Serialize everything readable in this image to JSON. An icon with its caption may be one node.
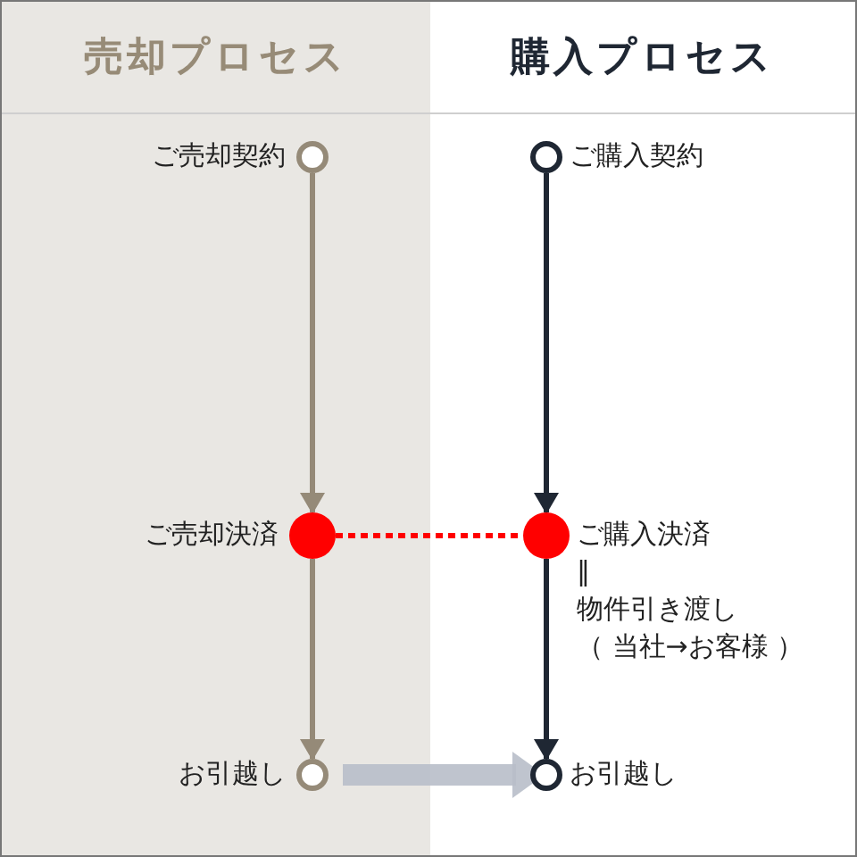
{
  "diagram": {
    "nodes": [
      {
        "text": [
          "売却プロセス"
        ]
      },
      {
        "text": [
          "購入プロセス"
        ]
      },
      {
        "text": [],
        "shape": "circle",
        "in": 0,
        "beside": [
          "ご売却契約"
        ]
      },
      {
        "text": [],
        "shape": "dot",
        "in": 0,
        "beside": [
          "ご売却決済"
        ]
      },
      {
        "text": [],
        "shape": "circle",
        "in": 0,
        "beside": [
          "お引越し"
        ]
      },
      {
        "text": [],
        "shape": "circle",
        "in": 1,
        "beside": [
          "ご購入契約"
        ]
      },
      {
        "text": [],
        "shape": "dot",
        "in": 1,
        "beside": [
          "ご購入決済",
          "‖",
          "物件引き渡し",
          "（ 当社→お客様 ）"
        ]
      },
      {
        "text": [],
        "shape": "circle",
        "in": 1,
        "beside": [
          "お引越し"
        ]
      }
    ],
    "edges": [
      {
        "from": 2,
        "to": 3,
        "arrow": "to",
        "color": "#958a78"
      },
      {
        "from": 3,
        "to": 4,
        "arrow": "to",
        "color": "#958a78"
      },
      {
        "from": 5,
        "to": 6,
        "arrow": "to",
        "color": "#1f2733"
      },
      {
        "from": 6,
        "to": 7,
        "arrow": "to",
        "color": "#1f2733"
      },
      {
        "from": 3,
        "to": 6,
        "arrow": "none",
        "style": "dashed",
        "color": "#ff0000"
      },
      {
        "from": 4,
        "to": 7,
        "arrow": "to",
        "style": "thick",
        "color": "#b8bec9"
      }
    ]
  }
}
